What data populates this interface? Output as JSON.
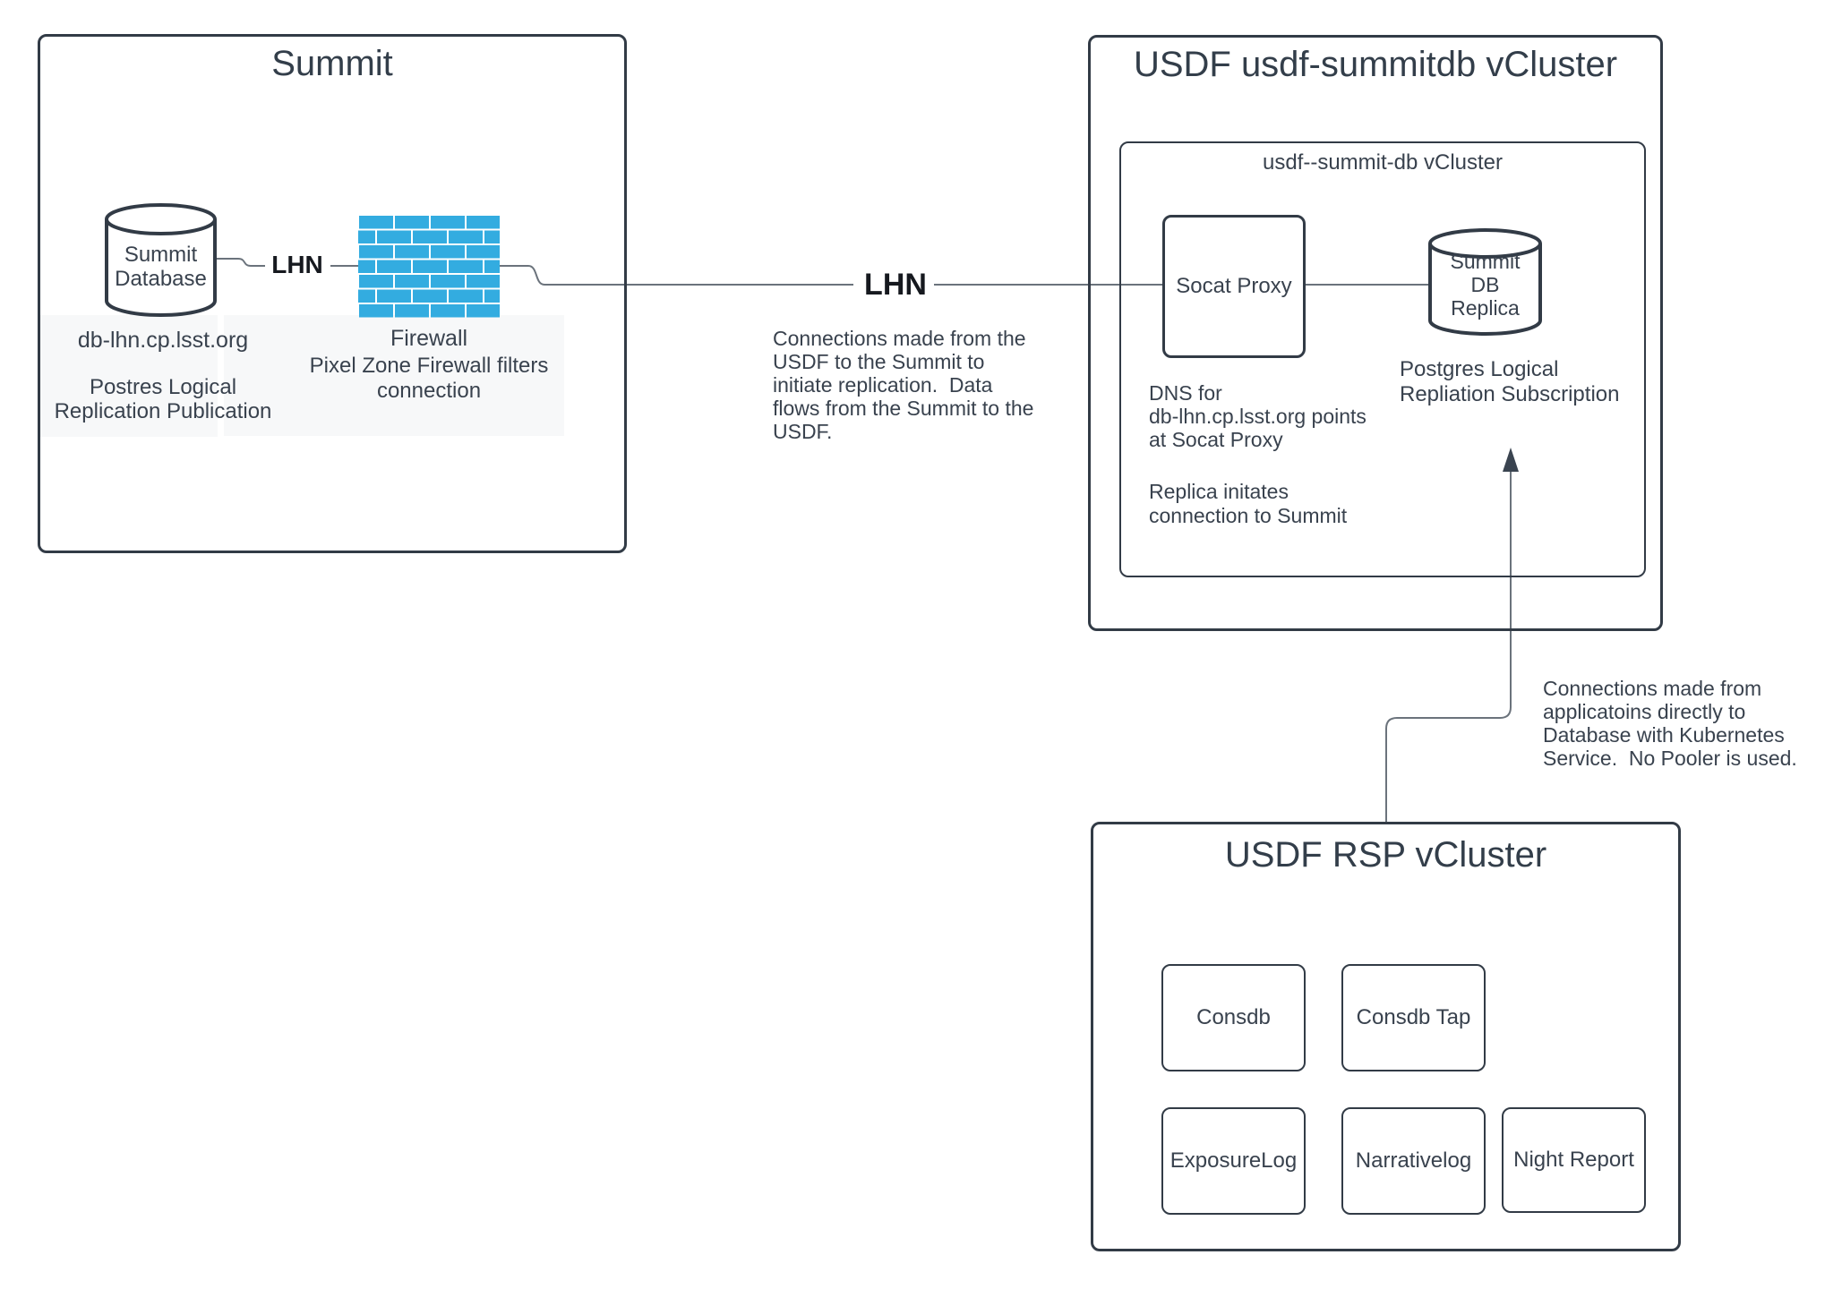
{
  "colors": {
    "ink": "#323b46",
    "text": "#39424e",
    "connector": "#6b737c",
    "brick_blue": "#33ace0",
    "lhn_black": "#16191f",
    "panel_gray": "#f7f8f9"
  },
  "summit": {
    "title": "Summit",
    "database": {
      "label": "Summit\nDatabase",
      "host": "db-lhn.cp.lsst.org",
      "note": "Postres Logical\nReplication Publication"
    },
    "lhn_label": "LHN",
    "firewall": {
      "label": "Firewall",
      "note": "Pixel Zone Firewall filters\nconnection"
    }
  },
  "link": {
    "lhn_label": "LHN",
    "note": "Connections made from the\nUSDF to the Summit to\ninitiate replication.  Data\nflows from the Summit to the\nUSDF."
  },
  "usdf": {
    "title": "USDF usdf-summitdb vCluster",
    "inner": {
      "label": "usdf--summit-db vCluster",
      "socat": {
        "label": "Socat Proxy"
      },
      "replica": {
        "label": "Summit\nDB\nReplica",
        "note": "Postgres Logical\nRepliation Subscription"
      },
      "dns_note": "DNS for\ndb-lhn.cp.lsst.org points\nat Socat Proxy",
      "replica_note": "Replica initates\nconnection to Summit"
    }
  },
  "app_link": {
    "note": "Connections made from\napplicatoins directly to\nDatabase with Kubernetes\nService.  No Pooler is used."
  },
  "rsp": {
    "title": "USDF RSP vCluster",
    "services": [
      {
        "label": "Consdb"
      },
      {
        "label": "Consdb Tap"
      },
      {
        "label": "ExposureLog"
      },
      {
        "label": "Narrativelog"
      },
      {
        "label": "Night Report"
      }
    ]
  }
}
